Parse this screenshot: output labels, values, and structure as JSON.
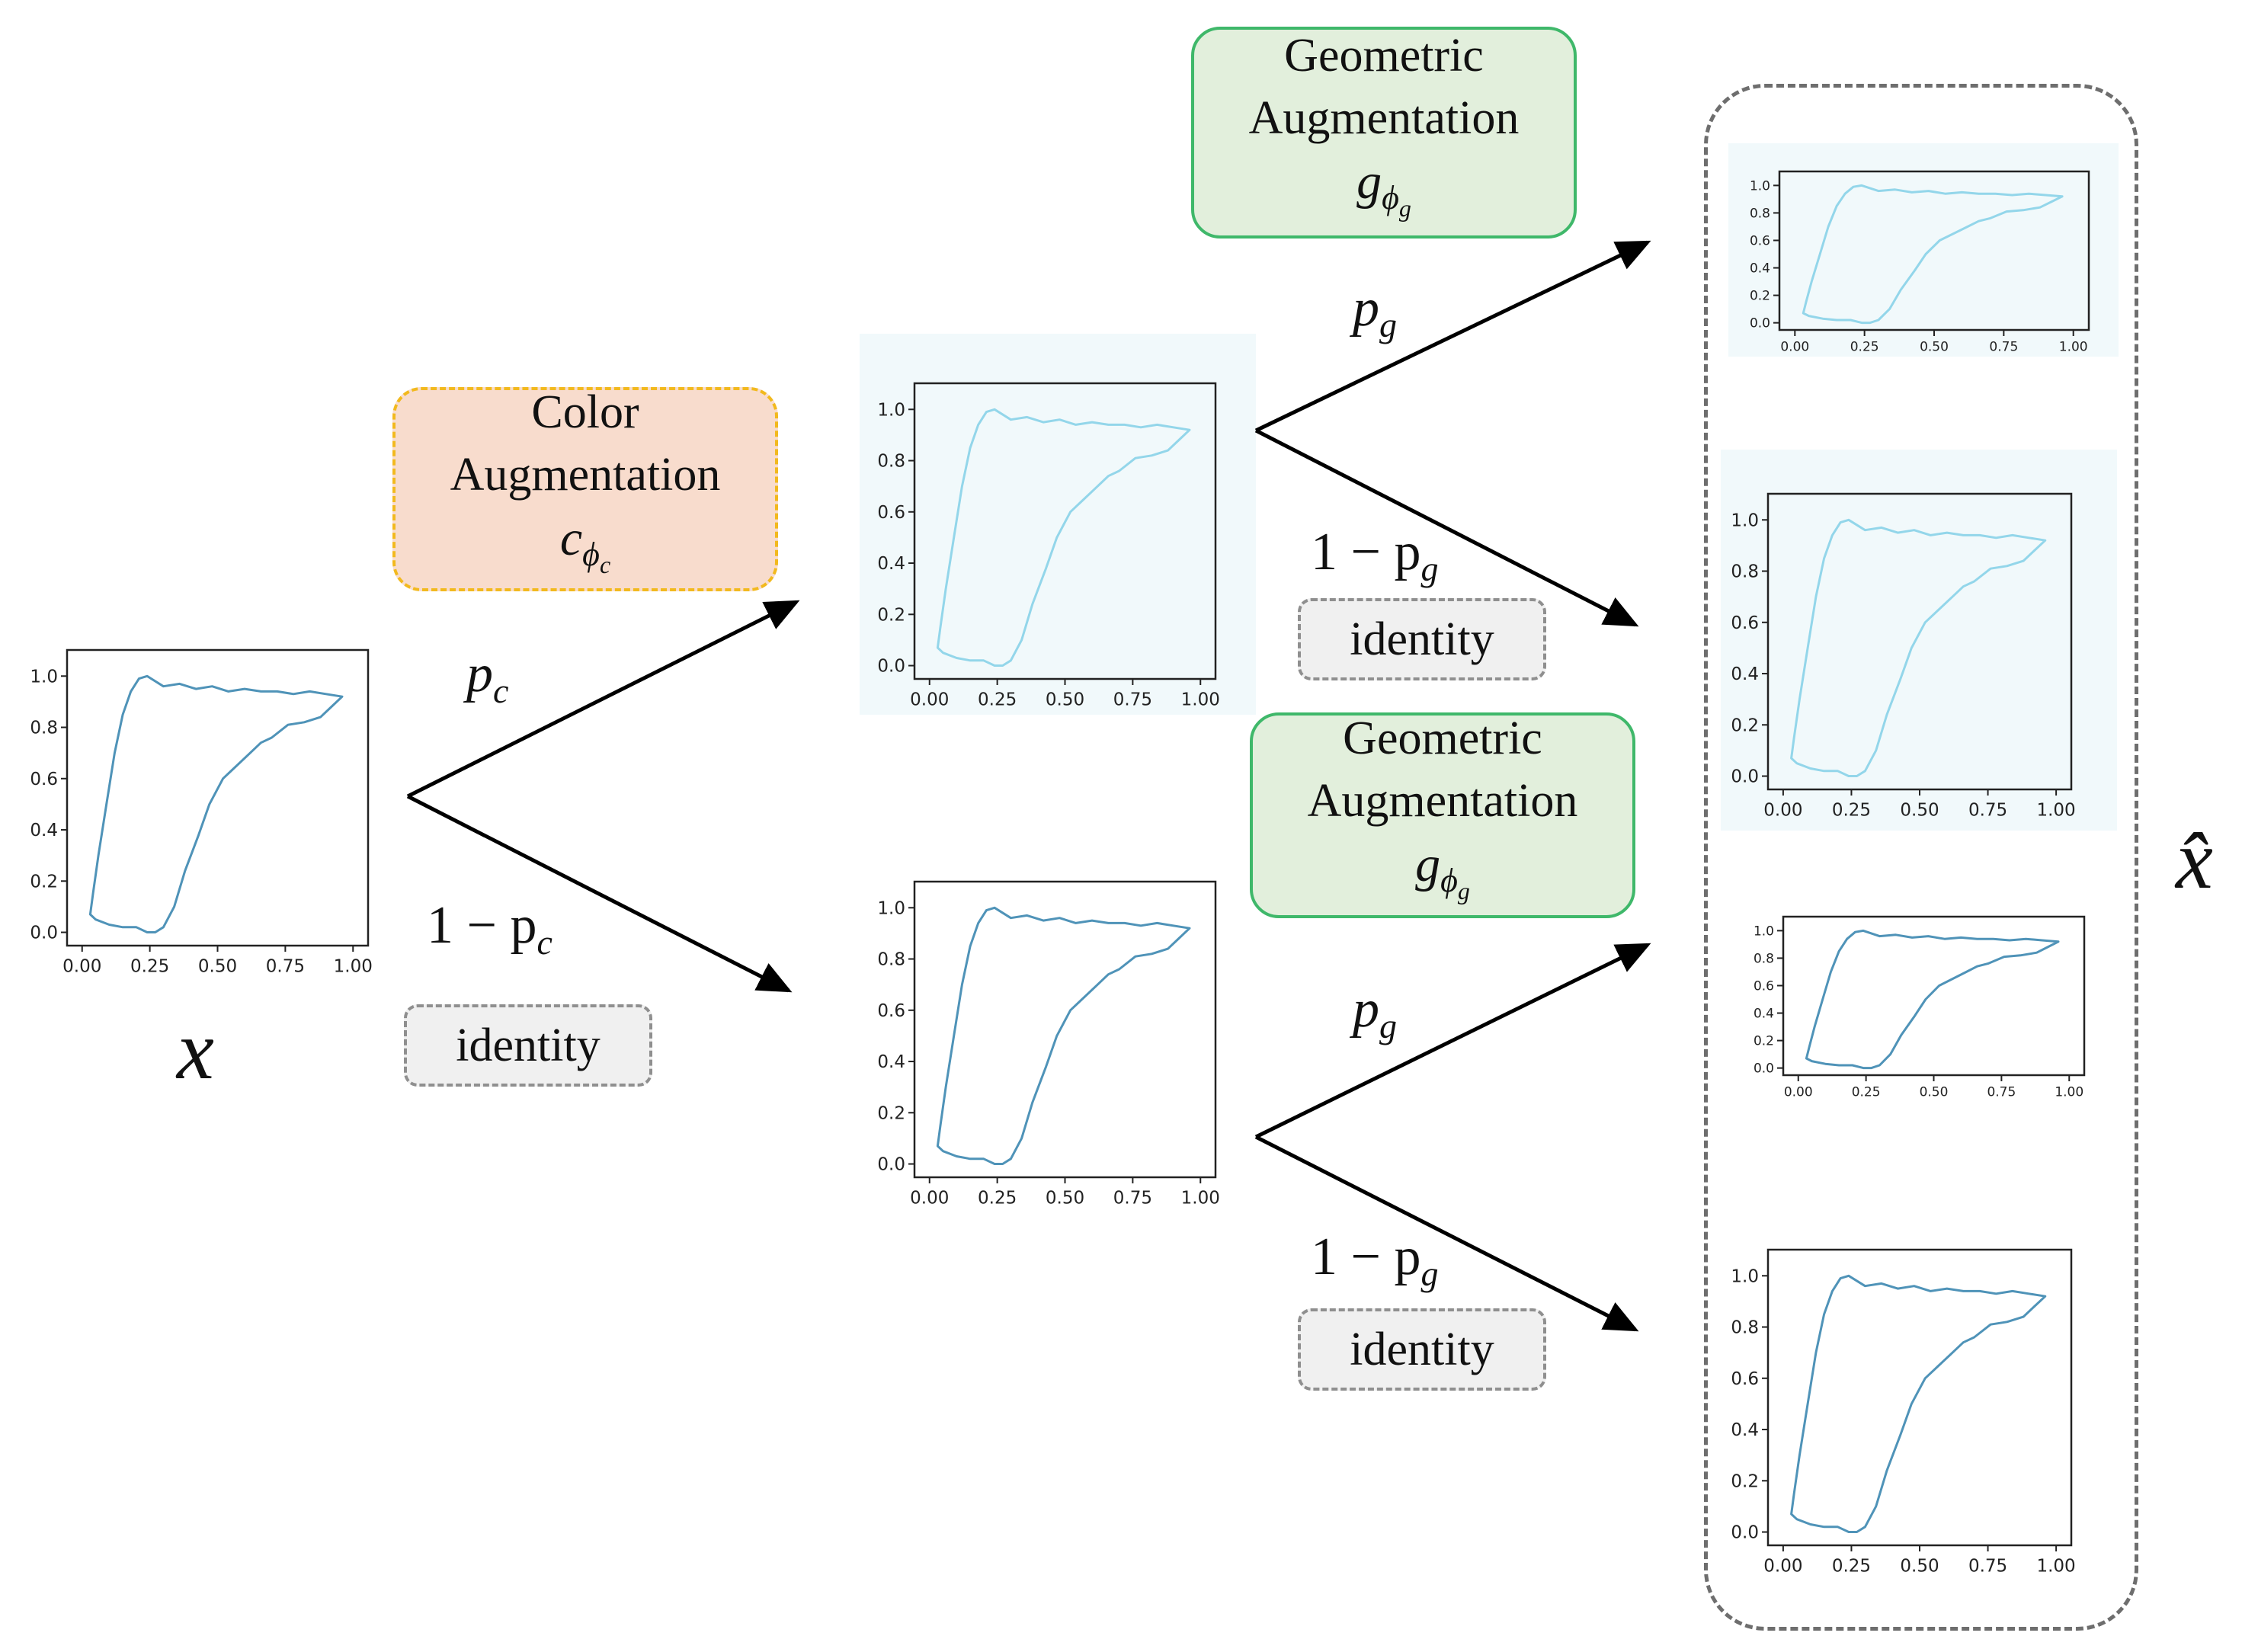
{
  "diagram": {
    "input_symbol": "x",
    "output_symbol": "x̂",
    "color_aug": {
      "line1": "Color",
      "line2": "Augmentation",
      "symbol": "c",
      "sub": "ϕ",
      "subsub": "c"
    },
    "geo_aug_top": {
      "line1": "Geometric",
      "line2": "Augmentation",
      "symbol": "g",
      "sub": "ϕ",
      "subsub": "g"
    },
    "geo_aug_mid": {
      "line1": "Geometric",
      "line2": "Augmentation",
      "symbol": "g",
      "sub": "ϕ",
      "subsub": "g"
    },
    "identity_label": "identity",
    "probs": {
      "pc": "p",
      "pc_sub": "c",
      "one_minus_pc": "1 − p",
      "one_minus_pc_sub": "c",
      "pg": "p",
      "pg_sub": "g",
      "one_minus_pg": "1 − p",
      "one_minus_pg_sub": "g"
    },
    "colors": {
      "original_curve": "#4f93b8",
      "color_aug_curve": "#93d6ea",
      "arrow": "#000000"
    }
  },
  "chart_data": {
    "type": "line",
    "x_ticks": [
      "0.00",
      "0.25",
      "0.50",
      "0.75",
      "1.00"
    ],
    "y_ticks": [
      "0.0",
      "0.2",
      "0.4",
      "0.6",
      "0.8",
      "1.0"
    ],
    "xlim": [
      0,
      1
    ],
    "ylim": [
      0,
      1.05
    ],
    "x": [
      0.24,
      0.3,
      0.36,
      0.42,
      0.48,
      0.54,
      0.6,
      0.66,
      0.72,
      0.78,
      0.84,
      0.9,
      0.96,
      0.92,
      0.88,
      0.82,
      0.76,
      0.7,
      0.66,
      0.62,
      0.57,
      0.52,
      0.47,
      0.43,
      0.38,
      0.34,
      0.3,
      0.27,
      0.24,
      0.2,
      0.15,
      0.1,
      0.05,
      0.03,
      0.04,
      0.06,
      0.09,
      0.12,
      0.15,
      0.18,
      0.21,
      0.24
    ],
    "y": [
      1.0,
      0.96,
      0.97,
      0.95,
      0.96,
      0.94,
      0.95,
      0.94,
      0.94,
      0.93,
      0.94,
      0.93,
      0.92,
      0.88,
      0.84,
      0.82,
      0.81,
      0.76,
      0.74,
      0.7,
      0.65,
      0.6,
      0.5,
      0.38,
      0.24,
      0.1,
      0.02,
      0.0,
      0.0,
      0.02,
      0.02,
      0.03,
      0.05,
      0.07,
      0.15,
      0.3,
      0.5,
      0.7,
      0.85,
      0.94,
      0.99,
      1.0
    ]
  }
}
